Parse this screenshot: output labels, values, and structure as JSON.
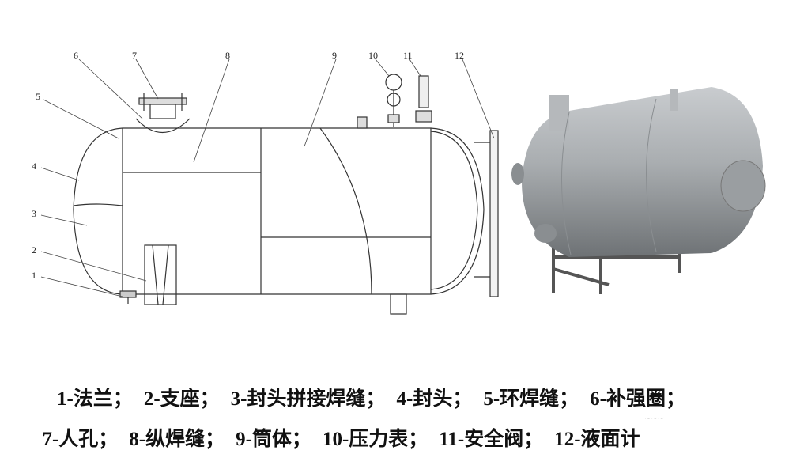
{
  "diagram": {
    "callouts": [
      "1",
      "2",
      "3",
      "4",
      "5",
      "6",
      "7",
      "8",
      "9",
      "10",
      "11",
      "12"
    ],
    "legend_row1": [
      "1-法兰；",
      "2-支座；",
      "3-封头拼接焊缝；",
      "4-封头；",
      "5-环焊缝；",
      "6-补强圈；"
    ],
    "legend_row2": [
      "7-人孔；",
      "8-纵焊缝；",
      "9-筒体；",
      "10-压力表；",
      "11-安全阀；",
      "12-液面计"
    ],
    "photo_color": "#a9adb0",
    "watermark": "~~~"
  }
}
